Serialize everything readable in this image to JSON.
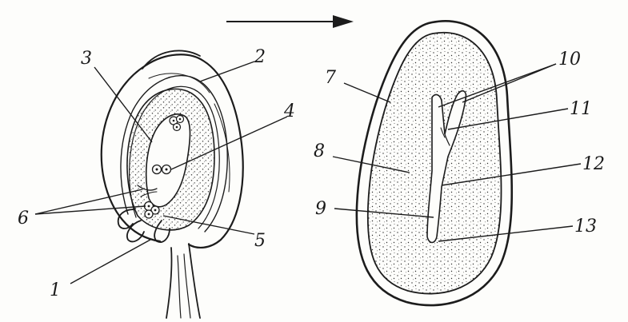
{
  "figure": {
    "labels": {
      "l1": "1",
      "l2": "2",
      "l3": "3",
      "l4": "4",
      "l5": "5",
      "l6": "6",
      "l7": "7",
      "l8": "8",
      "l9": "9",
      "l10": "10",
      "l11": "11",
      "l12": "12",
      "l13": "13"
    },
    "colors": {
      "ink": "#1c1c1c",
      "paper": "#fdfdfb",
      "stipple": "#3a3a3a"
    }
  }
}
